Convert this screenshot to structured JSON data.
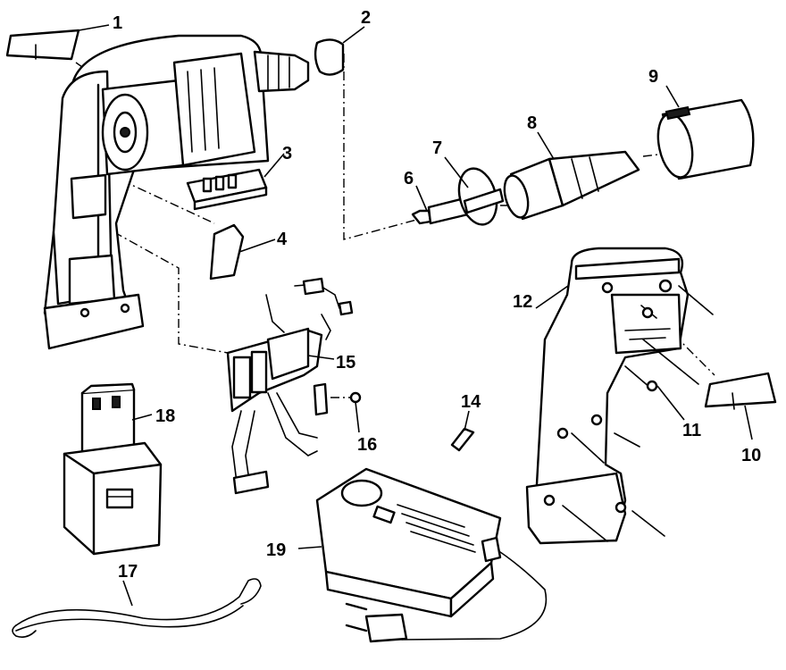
{
  "diagram": {
    "parts": [
      {
        "id": "1",
        "label": "1"
      },
      {
        "id": "2",
        "label": "2"
      },
      {
        "id": "3",
        "label": "3"
      },
      {
        "id": "4",
        "label": "4"
      },
      {
        "id": "6",
        "label": "6"
      },
      {
        "id": "7",
        "label": "7"
      },
      {
        "id": "8",
        "label": "8"
      },
      {
        "id": "9",
        "label": "9"
      },
      {
        "id": "10",
        "label": "10"
      },
      {
        "id": "11",
        "label": "11"
      },
      {
        "id": "12",
        "label": "12"
      },
      {
        "id": "14",
        "label": "14"
      },
      {
        "id": "15",
        "label": "15"
      },
      {
        "id": "16",
        "label": "16"
      },
      {
        "id": "17",
        "label": "17"
      },
      {
        "id": "18",
        "label": "18"
      },
      {
        "id": "19",
        "label": "19"
      }
    ],
    "colors": {
      "ink": "#000000",
      "paper": "#ffffff"
    }
  }
}
